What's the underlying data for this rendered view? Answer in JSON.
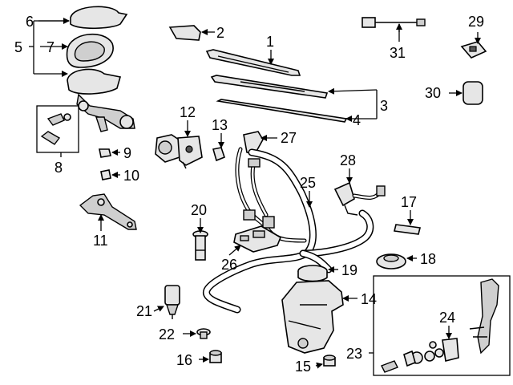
{
  "labels": {
    "1": "1",
    "2": "2",
    "3": "3",
    "4": "4",
    "5": "5",
    "6": "6",
    "7": "7",
    "8": "8",
    "9": "9",
    "10": "10",
    "11": "11",
    "12": "12",
    "13": "13",
    "14": "14",
    "15": "15",
    "16": "16",
    "17": "17",
    "18": "18",
    "19": "19",
    "20": "20",
    "21": "21",
    "22": "22",
    "23": "23",
    "24": "24",
    "25": "25",
    "26": "26",
    "27": "27",
    "28": "28",
    "29": "29",
    "30": "30",
    "31": "31"
  }
}
